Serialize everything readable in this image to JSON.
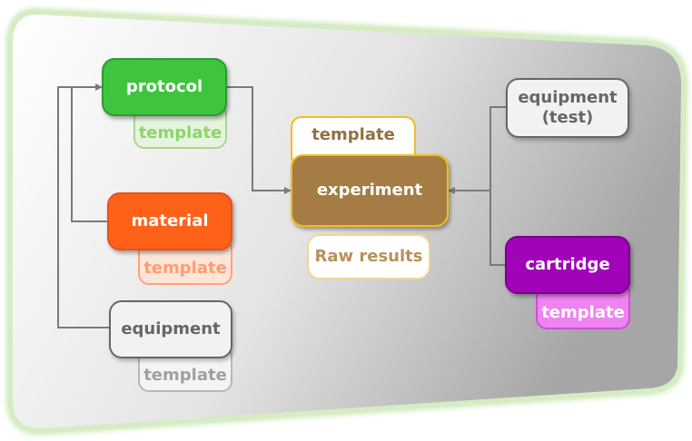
{
  "nodes": {
    "protocol": {
      "label": "protocol",
      "template": "template"
    },
    "material": {
      "label": "material",
      "template": "template"
    },
    "equipment": {
      "label": "equipment",
      "template": "template"
    },
    "experiment": {
      "label": "experiment",
      "template": "template",
      "results": "Raw results"
    },
    "equipment_test": {
      "line1": "equipment",
      "line2": "(test)"
    },
    "cartridge": {
      "label": "cartridge",
      "template": "template"
    }
  },
  "colors": {
    "protocol": "#3ec43e",
    "protocol_template": "#e6f4df",
    "material": "#ff6119",
    "material_template": "#fde5d8",
    "equipment_border": "#666666",
    "experiment": "#a57c43",
    "experiment_border": "#f0be22",
    "cartridge": "#a104b8",
    "cartridge_template": "#ee84f2",
    "connector": "#7a7a7a",
    "panel_border": "#cce8b6"
  }
}
